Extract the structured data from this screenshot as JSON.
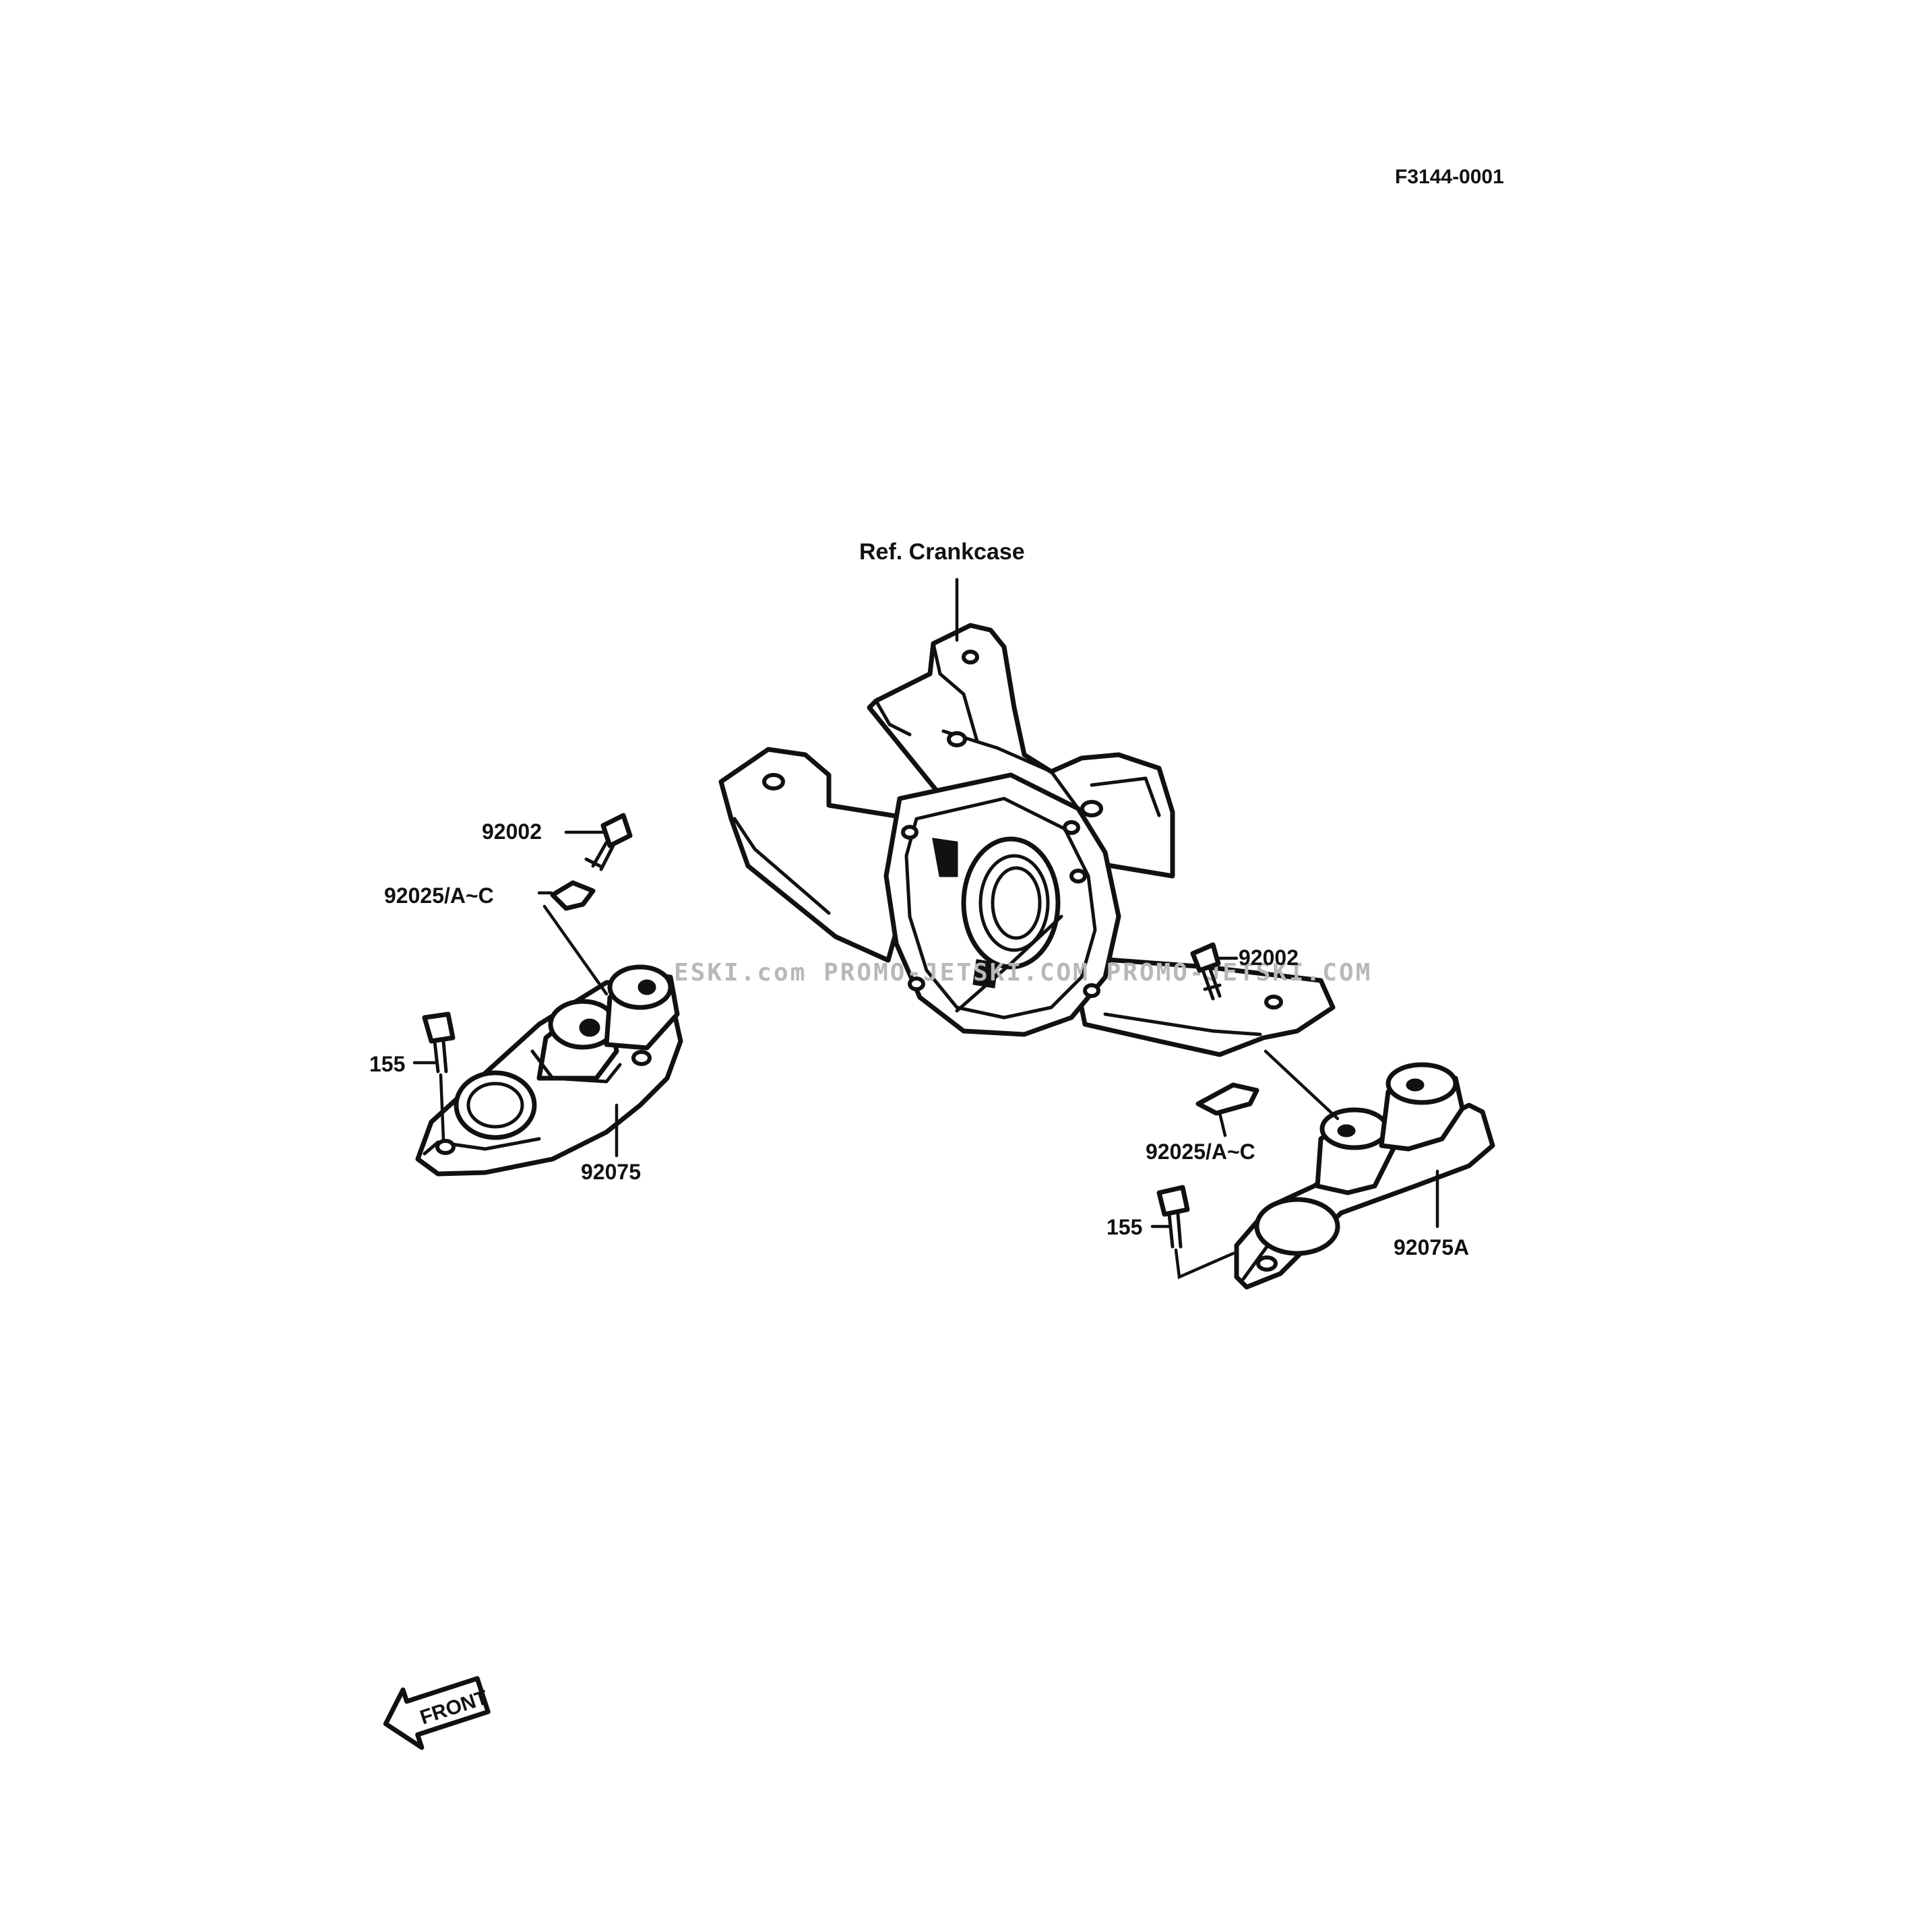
{
  "figure_code": "F3144-0001",
  "watermark": "ESKI.com  PROMO-JETSKI.COM  PROMO-JETSKI.COM",
  "labels": {
    "crankcase": "Ref. Crankcase",
    "bolt_left": "92002",
    "shim_left": "92025/A~C",
    "screw_left": "155",
    "mount_left": "92075",
    "bolt_right": "92002",
    "shim_right": "92025/A~C",
    "screw_right": "155",
    "mount_right": "92075A",
    "front": "FRONT"
  },
  "icons": {
    "front_arrow": "front-arrow-icon"
  }
}
